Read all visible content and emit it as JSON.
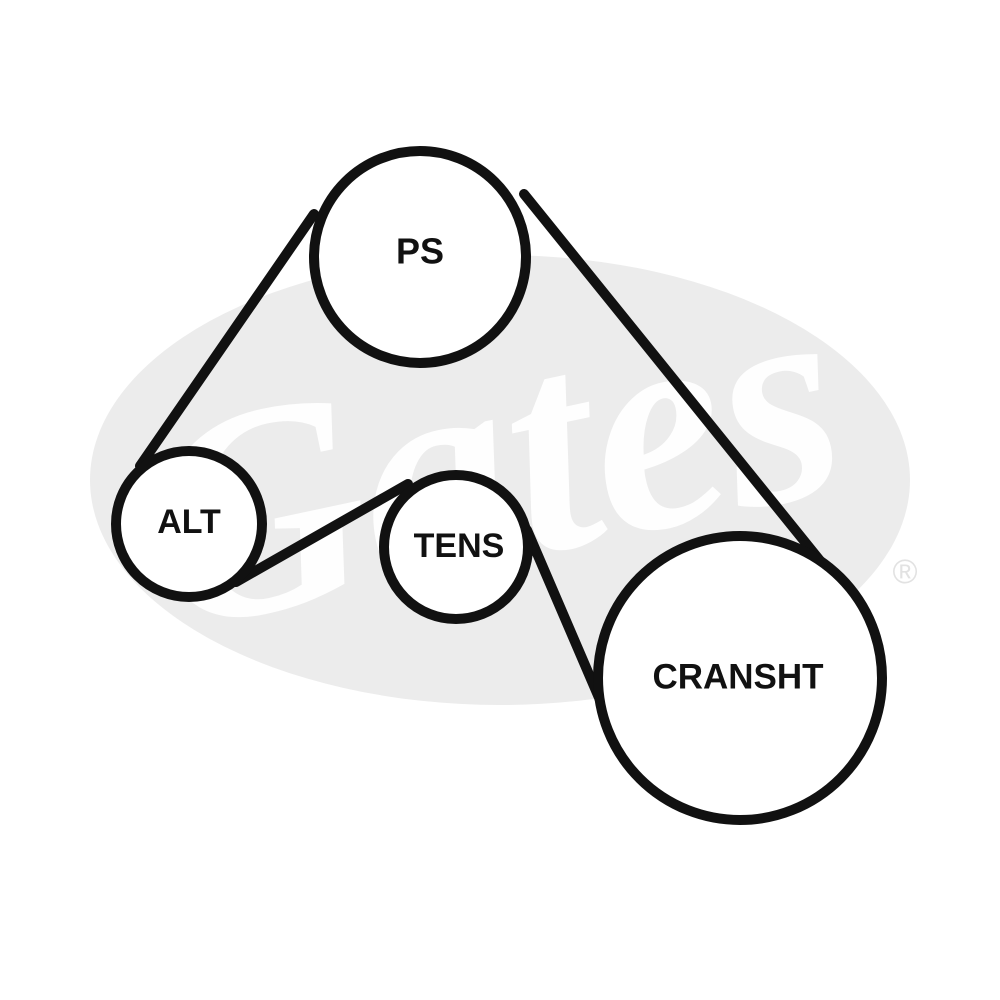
{
  "colors": {
    "background": "#ffffff",
    "stroke": "#111111",
    "watermark": "#ececec",
    "watermark_letters": "#ffffff"
  },
  "watermark": {
    "brand": "Gates",
    "registered_mark": "®"
  },
  "pulleys": {
    "ps": {
      "label": "PS"
    },
    "alt": {
      "label": "ALT"
    },
    "tens": {
      "label": "TENS"
    },
    "crank": {
      "label": "CRANSHT"
    }
  }
}
